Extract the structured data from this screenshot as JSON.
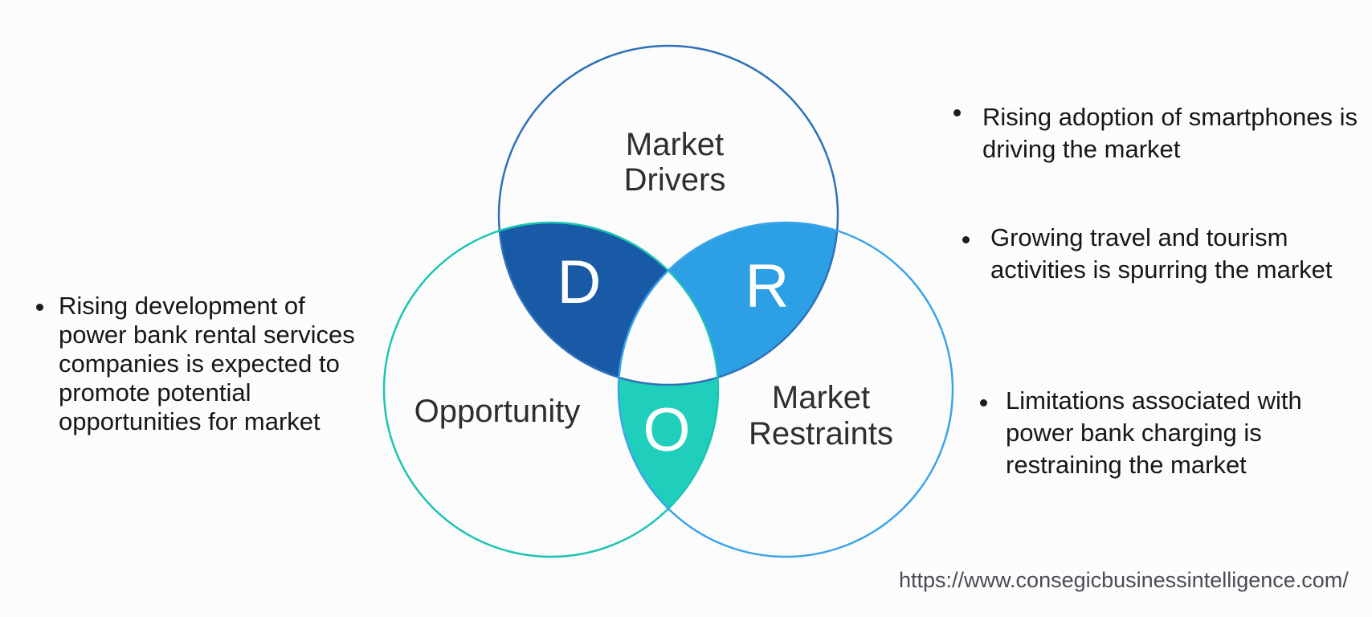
{
  "background": "#fcfcfc",
  "venn": {
    "drivers": {
      "label_lines": [
        "Market",
        "Drivers"
      ],
      "letter": "D",
      "outline": "#2E71B8"
    },
    "opportunity": {
      "label": "Opportunity",
      "letter": "O",
      "outline": "#1CC4B2"
    },
    "restraints": {
      "label_lines": [
        "Market",
        "Restraints"
      ],
      "letter": "R",
      "outline": "#3BA4E9"
    },
    "regions": {
      "drivers_fill": "#185AA6",
      "restraints_fill": "#2C9FE5",
      "opportunity_fill": "#20CFBB"
    }
  },
  "bullets": {
    "left": {
      "lines": [
        "Rising development of",
        "power bank rental services",
        "companies is expected to",
        "promote potential",
        "opportunities for market"
      ]
    },
    "right": [
      {
        "lines": [
          "Rising adoption of smartphones is",
          "driving the market"
        ]
      },
      {
        "lines": [
          "Growing travel and tourism",
          "activities is spurring the market"
        ]
      },
      {
        "lines": [
          "Limitations associated with",
          "power bank charging is",
          "restraining the market"
        ]
      }
    ]
  },
  "footer": {
    "url": "https://www.consegicbusinessintelligence.com/"
  }
}
